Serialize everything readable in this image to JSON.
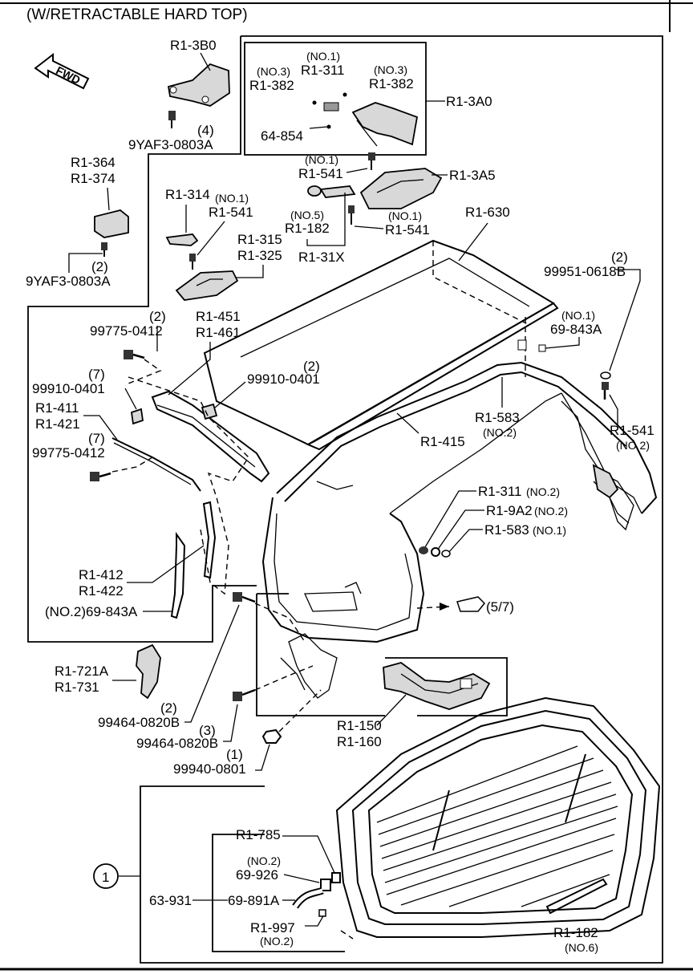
{
  "title": "(W/RETRACTABLE HARD TOP)",
  "fwd": "FWD",
  "labels": {
    "r1_3b0": "R1-3B0",
    "bolt_4": "(4)",
    "bolt_9yaf3_a": "9YAF3-0803A",
    "r1_364": "R1-364",
    "r1_374": "R1-374",
    "qty_2_a": "(2)",
    "bolt_9yaf3_b": "9YAF3-0803A",
    "no1_a": "(NO.1)",
    "r1_311_a": "R1-311",
    "no3_a": "(NO.3)",
    "r1_382_a": "R1-382",
    "no3_b": "(NO.3)",
    "r1_382_b": "R1-382",
    "r1_3a0": "R1-3A0",
    "p64_854": "64-854",
    "no1_b": "(NO.1)",
    "r1_541_a": "R1-541",
    "r1_3a5": "R1-3A5",
    "r1_314": "R1-314",
    "no1_c": "(NO.1)",
    "r1_541_b": "R1-541",
    "no5": "(NO.5)",
    "r1_182_a": "R1-182",
    "no1_d": "(NO.1)",
    "r1_541_c": "R1-541",
    "r1_630": "R1-630",
    "r1_315": "R1-315",
    "r1_325": "R1-325",
    "r1_31x": "R1-31X",
    "qty_2_b": "(2)",
    "p99951": "99951-0618B",
    "qty_2_c": "(2)",
    "p99775_a": "99775-0412",
    "r1_451": "R1-451",
    "r1_461": "R1-461",
    "no1_e": "(NO.1)",
    "p69_843a_a": "69-843A",
    "qty_7_a": "(7)",
    "p99910_a": "99910-0401",
    "qty_2_d": "(2)",
    "p99910_b": "99910-0401",
    "r1_411": "R1-411",
    "r1_421": "R1-421",
    "qty_7_b": "(7)",
    "p99775_b": "99775-0412",
    "r1_583_a": "R1-583",
    "no2_a": "(NO.2)",
    "r1_415": "R1-415",
    "r1_541_d": "R1-541",
    "no2_b": "(NO 2)",
    "r1_311_b": "R1-311",
    "no2_c": "(NO.2)",
    "r1_9a2": "R1-9A2",
    "no2_d": "(NO.2)",
    "r1_583_b": "R1-583",
    "no1_f": "(NO.1)",
    "r1_412": "R1-412",
    "r1_422": "R1-422",
    "p69_843a_b": "(NO.2)69-843A",
    "ref_57": "(5/7)",
    "r1_721a": "R1-721A",
    "r1_731": "R1-731",
    "qty_2_e": "(2)",
    "p99464_a": "99464-0820B",
    "qty_3": "(3)",
    "p99464_b": "99464-0820B",
    "r1_150": "R1-150",
    "r1_160": "R1-160",
    "qty_1": "(1)",
    "p99940": "99940-0801",
    "r1_785": "R1-785",
    "no2_e": "(NO.2)",
    "p69_926": "69-926",
    "p63_931": "63-931",
    "p69_891a": "69-891A",
    "circle_1": "1",
    "r1_997": "R1-997",
    "no2_f": "(NO.2)",
    "r1_182_b": "R1-182",
    "no6": "(NO.6)"
  }
}
